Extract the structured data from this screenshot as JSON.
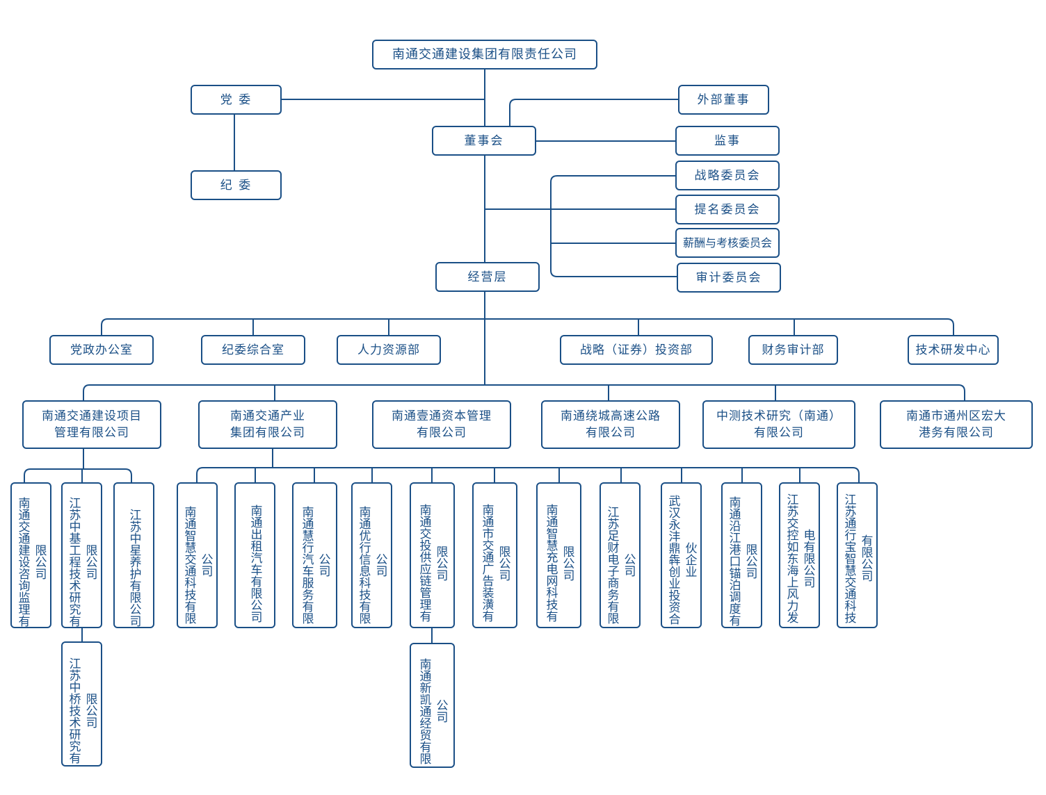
{
  "root": "南通交通建设集团有限责任公司",
  "governance": {
    "party_committee": "党 委",
    "discipline_committee": "纪 委",
    "board": "董事会",
    "external_director": "外部董事",
    "supervisor": "监事",
    "committees": [
      "战略委员会",
      "提名委员会",
      "薪酬与考核委员会",
      "审计委员会"
    ],
    "management": "经营层"
  },
  "departments": [
    "党政办公室",
    "纪委综合室",
    "人力资源部",
    "战略（证券）投资部",
    "财务审计部",
    "技术研发中心"
  ],
  "subsidiaries": [
    "南通交通建设项目\n管理有限公司",
    "南通交通产业\n集团有限公司",
    "南通壹通资本管理\n有限公司",
    "南通绕城高速公路\n有限公司",
    "中测技术研究（南通）\n有限公司",
    "南通市通州区宏大\n港务有限公司"
  ],
  "project_mgmt_children": [
    "南通交通建设咨询监理有限公司",
    "江苏中基工程技术研究有限公司",
    "江苏中星养护有限公司"
  ],
  "zhongji_child": "江苏中桥技术研究有限公司",
  "industry_children": [
    "南通智慧交通科技有限公司",
    "南通出租汽车有限公司",
    "南通慧行汽车服务有限公司",
    "南通优行信息科技有限公司",
    "南通交投供应链管理有限公司",
    "南通市交通广告装潢有限公司",
    "南通智慧充电网科技有限公司",
    "江苏足财电子商务有限公司",
    "武汉永沣鼎犇创业投资合伙企业",
    "南通沿江港口锚泊调度有限公司",
    "江苏交控如东海上风力发电有限公司",
    "江苏通行宝智慧交通科技有限公司"
  ],
  "supply_chain_child": "南通新凯通经贸有限公司",
  "colors": {
    "line": "#1a4f86",
    "text": "#1a4f86",
    "background": "#ffffff"
  }
}
